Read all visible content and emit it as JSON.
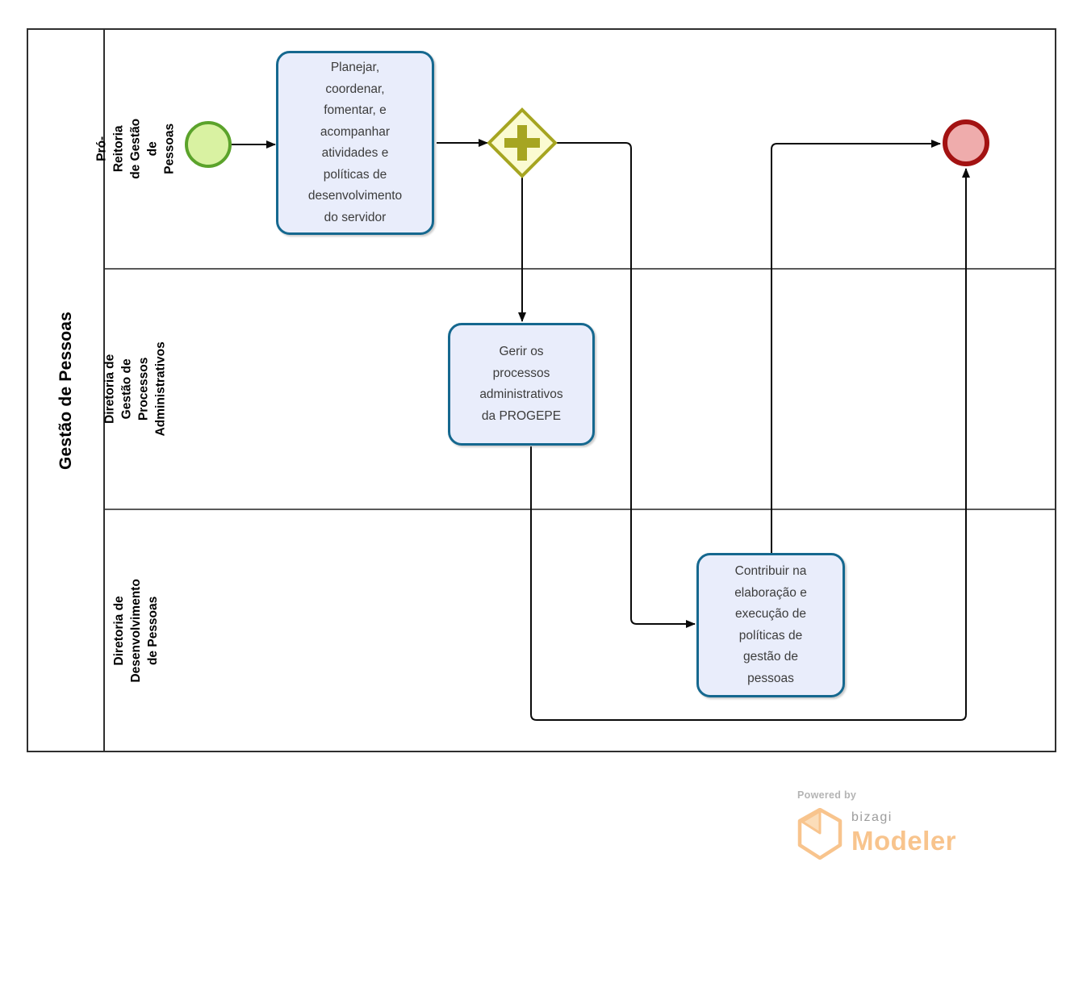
{
  "diagram": {
    "pool": {
      "title": "Gestão de Pessoas",
      "lanes": [
        {
          "label": "Pró-Reitoria de Gestão de\nPessoas"
        },
        {
          "label": "Diretoria de Gestão de\nProcessos Administrativos"
        },
        {
          "label": "Diretoria de Desenvolvimento\nde Pessoas"
        }
      ]
    },
    "nodes": {
      "start_event": {
        "kind": "start-event"
      },
      "parallel_gateway": {
        "kind": "parallel-gateway"
      },
      "end_event": {
        "kind": "end-event"
      },
      "tasks": [
        {
          "label": "Planejar,\ncoordenar,\nfomentar, e\nacompanhar\natividades e\npolíticas de\ndesenvolvimento\ndo servidor"
        },
        {
          "label": "Gerir os\nprocessos\nadministrativos\nda PROGEPE"
        },
        {
          "label": "Contribuir na\nelaboração e\nexecução de\npolíticas de\ngestão de\npessoas"
        }
      ]
    },
    "colors": {
      "task_fill": "#E9EDFB",
      "task_border": "#15688F",
      "start_fill": "#D9F2A2",
      "start_border": "#5BA32B",
      "end_fill": "#EFACAC",
      "end_border": "#A31212",
      "gateway_fill": "#FBFBD2",
      "gateway_border": "#A6A521",
      "connector": "#0A0A0A"
    }
  },
  "branding": {
    "powered_by": "Powered by",
    "logo_text": "bizagi",
    "product_name": "Modeler",
    "orange": "#F8C48D",
    "gray": "#9C9C9C"
  }
}
